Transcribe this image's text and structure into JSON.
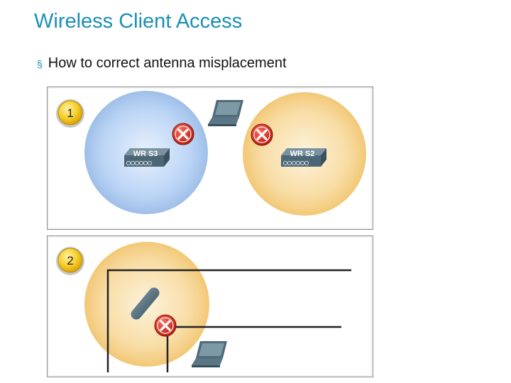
{
  "slide": {
    "title": "Wireless Client Access",
    "bullet_marker": "§",
    "bullet_text": "How to correct antenna misplacement"
  },
  "panel1": {
    "badge": "1",
    "router_left_label": "WR S3",
    "router_right_label": "WR S2",
    "icons": [
      "router-icon",
      "router-icon",
      "laptop-icon",
      "error-x-icon",
      "error-x-icon"
    ],
    "colors": {
      "coverage_blue": "#a9c8f0",
      "coverage_orange": "#f5cf8a"
    }
  },
  "panel2": {
    "badge": "2",
    "icons": [
      "antenna-icon",
      "error-x-icon",
      "laptop-icon"
    ],
    "colors": {
      "coverage_orange": "#f5cf8a"
    }
  },
  "colors": {
    "title": "#1a8fb6",
    "badge": "#f4c21a",
    "error_red": "#d42a1e",
    "router_dark": "#4d6676"
  }
}
